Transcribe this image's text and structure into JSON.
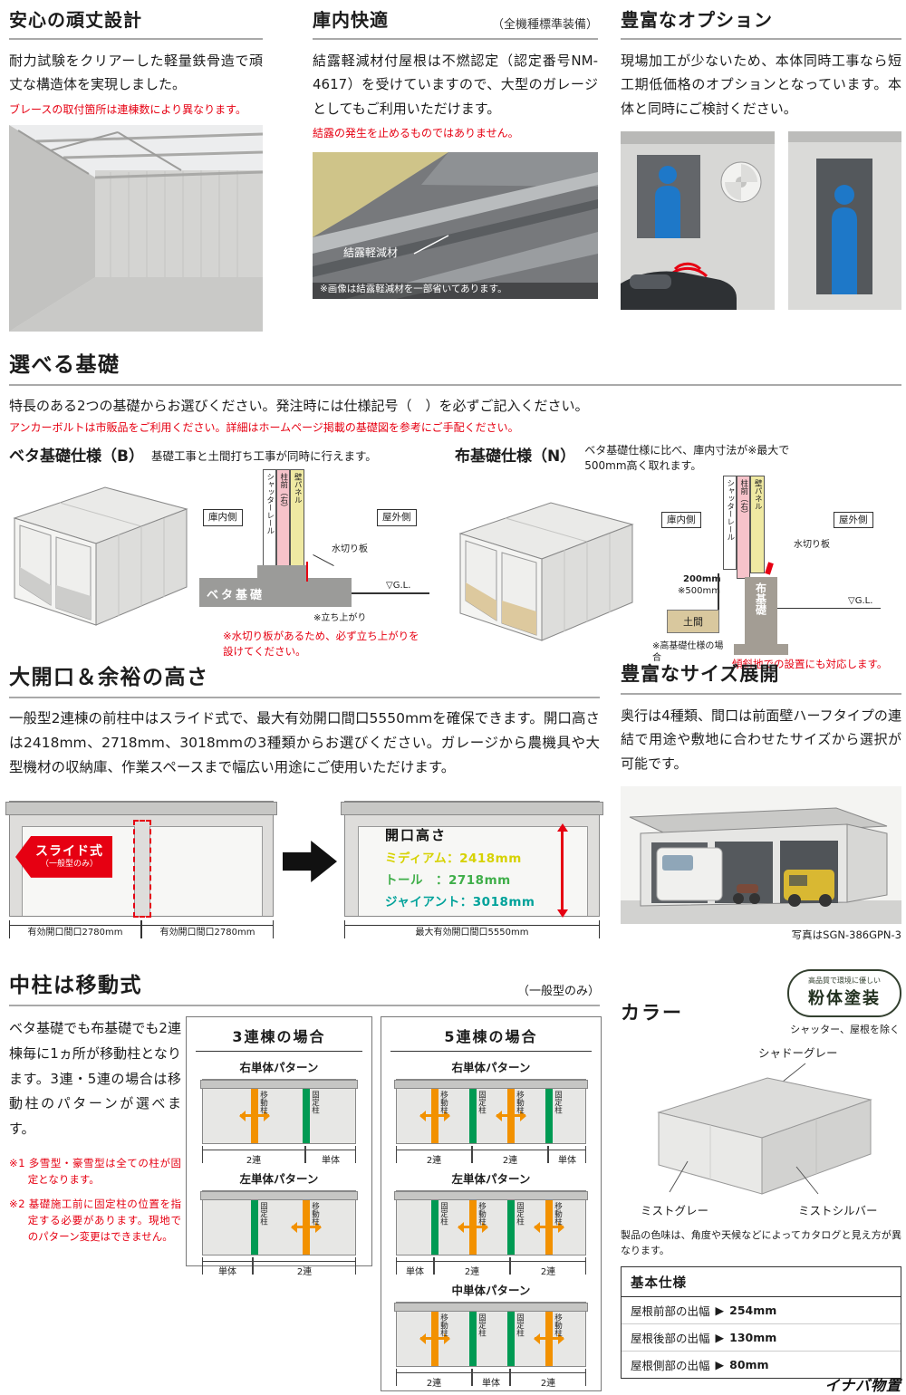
{
  "theme": {
    "red": "#e60012",
    "move": "#f29100",
    "fix": "#009a53",
    "medium": "#d6d200",
    "tall": "#3fae49",
    "giant": "#00a29a",
    "person_blue": "#1e78c8"
  },
  "page": {
    "s1": {
      "title": "安心の頑丈設計",
      "body": "耐力試験をクリアーした軽量鉄骨造で頑丈な構造体を実現しました。",
      "note": "ブレースの取付箇所は連棟数により異なります。"
    },
    "s2": {
      "title": "庫内快適",
      "badge": "（全機種標準装備）",
      "body": "結露軽減材付屋根は不燃認定（認定番号NM-4617）を受けていますので、大型のガレージとしてもご利用いただけます。",
      "note": "結露の発生を止めるものではありません。",
      "photo_label": "結露軽減材",
      "photo_note": "※画像は結露軽減材を一部省いてあります。"
    },
    "s3": {
      "title": "豊富なオプション",
      "body": "現場加工が少ないため、本体同時工事なら短工期低価格のオプションとなっています。本体と同時にご検討ください。"
    },
    "foundation": {
      "title": "選べる基礎",
      "body": "特長のある2つの基礎からお選びください。発注時には仕様記号（　）を必ずご記入ください。",
      "note": "アンカーボルトは市販品をご利用ください。詳細はホームページ掲載の基礎図を参考にご手配ください。",
      "beta": {
        "title": "ベタ基礎仕様（B）",
        "desc": "基礎工事と土間打ち工事が同時に行えます。",
        "inside": "庫内側",
        "outside": "屋外側",
        "rail": "シャッターレール",
        "pillar": "柱前（右）",
        "wall": "壁パネル",
        "mizukiri": "水切り板",
        "base": "ベタ基礎",
        "gl": "▽G.L.",
        "tachiagari": "※立ち上がり",
        "note": "※水切り板があるため、必ず立ち上がりを設けてください。"
      },
      "nuno": {
        "title": "布基礎仕様（N）",
        "desc": "ベタ基礎仕様に比べ、庫内寸法が※最大で500mm高く取れます。",
        "inside": "庫内側",
        "outside": "屋外側",
        "rail": "シャッターレール",
        "pillar": "柱前（右）",
        "wall": "壁パネル",
        "mizukiri": "水切り板",
        "dim1": "200mm",
        "dim2": "※500mm",
        "doma": "土間",
        "base": "布基礎",
        "gl": "▽G.L.",
        "takakiso": "※高基礎仕様の場合",
        "note": "傾斜地での設置にも対応します。"
      }
    },
    "opening": {
      "title": "大開口＆余裕の高さ",
      "body": "一般型2連棟の前柱中はスライド式で、最大有効開口間口5550mmを確保できます。開口高さは2418mm、2718mm、3018mmの3種類からお選びください。ガレージから農機具や大型機材の収納庫、作業スペースまで幅広い用途にご使用いただけます。",
      "slide_label": "スライド式",
      "slide_sub": "（一般型のみ）",
      "dim_left": "有効開口間口2780mm",
      "height_title": "開口高さ",
      "heights": [
        {
          "text": "ミディアム：2418mm"
        },
        {
          "text": "トール　：2718mm"
        },
        {
          "text": "ジャイアント：3018mm"
        }
      ],
      "dim_max": "最大有効開口間口5550mm"
    },
    "sizes": {
      "title": "豊富なサイズ展開",
      "body": "奥行は4種類、間口は前面壁ハーフタイプの連結で用途や敷地に合わせたサイズから選択が可能です。",
      "caption": "写真はSGN-386GPN-3"
    },
    "pillar": {
      "title": "中柱は移動式",
      "sub": "（一般型のみ）",
      "body": "ベタ基礎でも布基礎でも2連棟毎に1ヵ所が移動柱となります。3連・5連の場合は移動柱のパターンが選べます。",
      "note1": "※1 多雪型・豪雪型は全ての柱が固定となります。",
      "note2": "※2 基礎施工前に固定柱の位置を指定する必要があります。現地でのパターン変更はできません。",
      "move_label": "移動柱",
      "fix_label": "固定柱",
      "dim_double": "2連",
      "dim_single": "単体",
      "box3": {
        "title": "3連棟の場合",
        "p1": "右単体パターン",
        "p2": "左単体パターン"
      },
      "box5": {
        "title": "5連棟の場合",
        "p1": "右単体パターン",
        "p2": "左単体パターン",
        "p3": "中単体パターン"
      }
    },
    "color": {
      "title": "カラー",
      "badge_top": "高品質で環境に優しい",
      "badge_main": "粉体塗装",
      "exclusion": "シャッター、屋根を除く",
      "shadow": "シャドーグレー",
      "mist_gray": "ミストグレー",
      "mist_silver": "ミストシルバー",
      "note": "製品の色味は、角度や天候などによってカタログと見え方が異なります。"
    },
    "spec": {
      "title": "基本仕様",
      "marker": "▶",
      "rows": [
        {
          "label": "屋根前部の出幅",
          "value": "254mm"
        },
        {
          "label": "屋根後部の出幅",
          "value": "130mm"
        },
        {
          "label": "屋根側部の出幅",
          "value": "80mm"
        }
      ]
    },
    "logo": "イナバ物置"
  }
}
